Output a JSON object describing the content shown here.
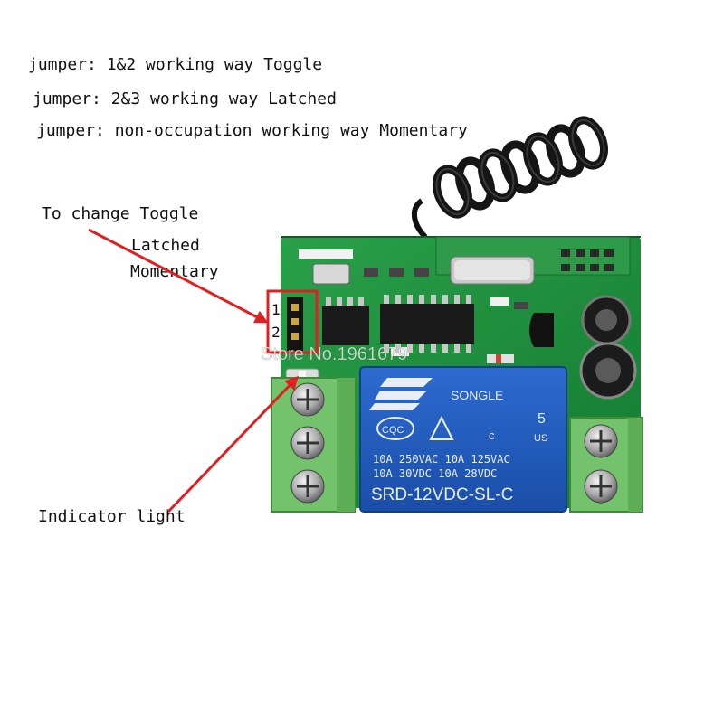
{
  "notes": {
    "line1": "jumper: 1&2 working way Toggle",
    "line2": "jumper: 2&3 working way Latched",
    "line3": "jumper: non-occupation working way Momentary"
  },
  "callouts": {
    "change_line1": "To  change Toggle",
    "change_line2": "Latched",
    "change_line3": "Momentary",
    "indicator": "Indicator light"
  },
  "board": {
    "pin1": "1",
    "pin2": "2",
    "watermark": "Store No.1961679",
    "relay": {
      "brand": "SONGLE",
      "cqc": "CQC",
      "ul_number": "5",
      "ul_country": "US",
      "ul_mark": "c",
      "rating1": "10A 250VAC  10A 125VAC",
      "rating2": "10A  30VDC  10A  28VDC",
      "model": "SRD-12VDC-SL-C"
    }
  },
  "colors": {
    "pcb": "#1f8a3c",
    "relay": "#1d57b8",
    "terminal": "#6fc06a",
    "callout": "#e02020"
  }
}
